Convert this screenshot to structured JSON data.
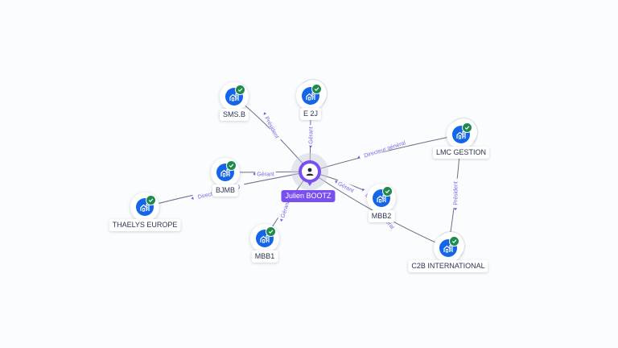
{
  "graph": {
    "center": {
      "label": "Julien BOOTZ",
      "icon": "person-icon",
      "color": "#7a4ff0"
    },
    "nodes": [
      {
        "id": "sms-b",
        "label": "SMS.B",
        "icon": "company-building-icon",
        "verified": true,
        "stacked": false
      },
      {
        "id": "e2j",
        "label": "E 2J",
        "icon": "company-building-icon",
        "verified": true,
        "stacked": true
      },
      {
        "id": "lmc-gestion",
        "label": "LMC GESTION",
        "icon": "company-building-icon",
        "verified": true,
        "stacked": true
      },
      {
        "id": "bjmb",
        "label": "BJMB",
        "icon": "company-building-icon",
        "verified": true,
        "stacked": false
      },
      {
        "id": "thaelys-europe",
        "label": "THAELYS EUROPE",
        "icon": "company-building-icon",
        "verified": true,
        "stacked": false
      },
      {
        "id": "mbb2",
        "label": "MBB2",
        "icon": "company-building-icon",
        "verified": true,
        "stacked": false
      },
      {
        "id": "mbb1",
        "label": "MBB1",
        "icon": "company-building-icon",
        "verified": true,
        "stacked": false
      },
      {
        "id": "c2b-international",
        "label": "C2B INTERNATIONAL",
        "icon": "company-building-icon",
        "verified": true,
        "stacked": true
      }
    ],
    "edges": [
      {
        "from": "center",
        "to": "sms-b",
        "label": "Président"
      },
      {
        "from": "center",
        "to": "e2j",
        "label": "Gérant"
      },
      {
        "from": "center",
        "to": "lmc-gestion",
        "label": "Directeur général"
      },
      {
        "from": "center",
        "to": "bjmb",
        "label": "Gérant"
      },
      {
        "from": "center",
        "to": "thaelys-europe",
        "label": "Directeur général"
      },
      {
        "from": "center",
        "to": "mbb2",
        "label": "Gérant"
      },
      {
        "from": "center",
        "to": "c2b-international",
        "label": "Directeur général"
      },
      {
        "from": "center",
        "to": "mbb1",
        "label": "Gérant"
      },
      {
        "from": "c2b-international",
        "to": "lmc-gestion",
        "label": "Président"
      }
    ],
    "colors": {
      "company": "#1565e8",
      "verified": "#1e8a4c",
      "edge_label": "#7a66e0",
      "edge": "#6b6f88"
    }
  }
}
